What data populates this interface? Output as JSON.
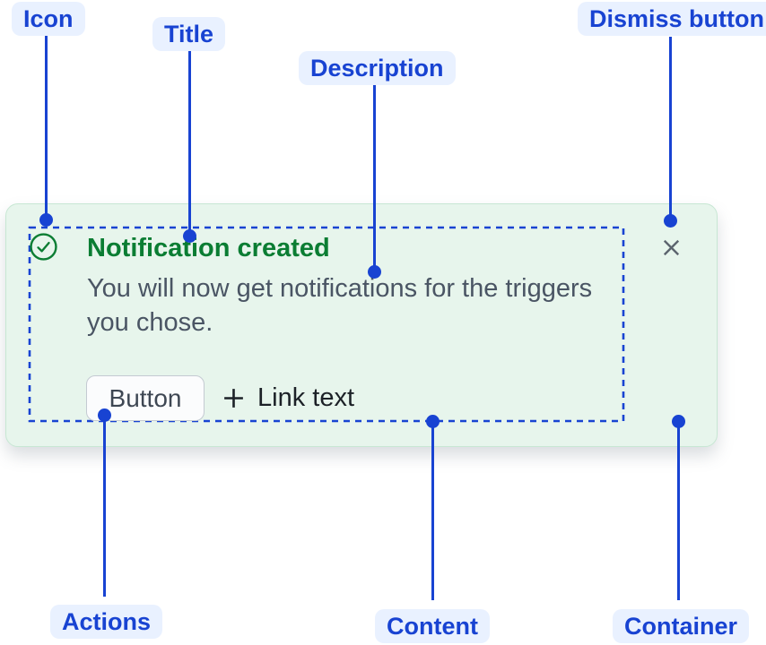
{
  "callouts": {
    "icon": "Icon",
    "title": "Title",
    "description": "Description",
    "dismiss": "Dismiss button",
    "actions": "Actions",
    "content": "Content",
    "container": "Container"
  },
  "notification": {
    "title": "Notification created",
    "description": "You will now get notifications for the triggers you chose.",
    "status_icon": "success-check-icon",
    "dismiss_icon": "close-icon",
    "actions": {
      "button_label": "Button",
      "link_icon": "plus-icon",
      "link_label": "Link text"
    }
  },
  "colors": {
    "callout_accent": "#1843D2",
    "callout_pill_bg": "#E9F1FF",
    "success_green": "#0B7D33",
    "container_bg": "#E7F5EC",
    "container_border": "#C7E7D3",
    "description_text": "#4A5564",
    "button_bg": "#FBFCFD",
    "button_border": "#C4CAD2",
    "button_text": "#3E4753",
    "link_text": "#1C2127",
    "dismiss_icon_color": "#5C646E"
  }
}
